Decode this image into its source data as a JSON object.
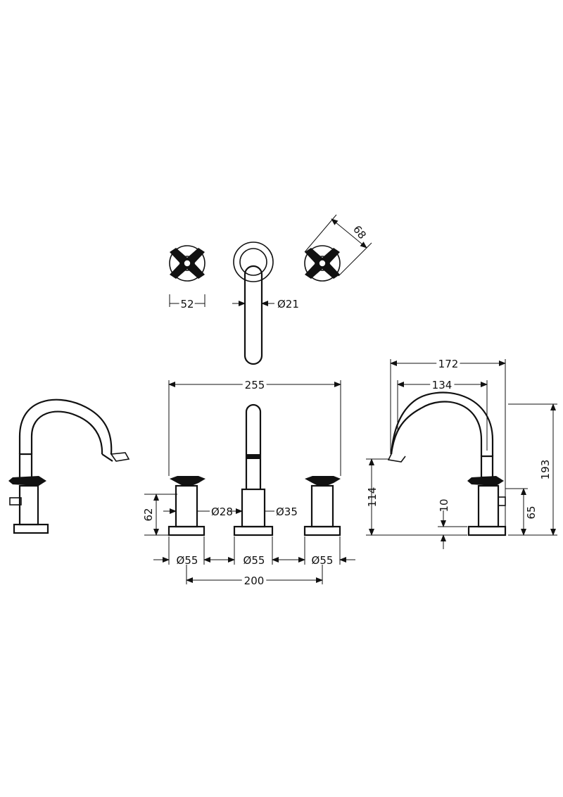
{
  "dimensions": {
    "handle_width": "52",
    "spout_diameter": "Ø21",
    "rosette_diagonal": "68",
    "overall_width": "255",
    "handle_height": "62",
    "handle_body_diameter": "Ø28",
    "spout_body_diameter": "Ø35",
    "base_diameter_left": "Ø55",
    "base_diameter_center": "Ø55",
    "base_diameter_right": "Ø55",
    "tap_centres": "200",
    "projection": "172",
    "spout_reach": "134",
    "overall_height": "193",
    "spout_outlet_height": "114",
    "base_height": "10",
    "side_handle_height": "65"
  },
  "colors": {
    "line": "#111111",
    "background": "#ffffff"
  }
}
